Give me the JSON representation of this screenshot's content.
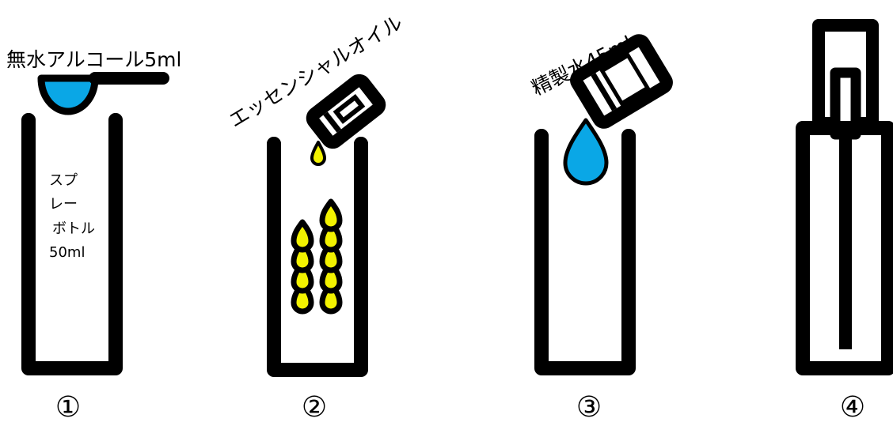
{
  "colors": {
    "stroke": "#000000",
    "water": "#0aa7e6",
    "oil": "#f2f200",
    "background": "#ffffff"
  },
  "steps": [
    {
      "number": "①",
      "label": "無水アルコール5ml",
      "bottle_label_lines": [
        "スプ",
        "レー",
        "ボトル",
        "50ml"
      ]
    },
    {
      "number": "②",
      "label": "エッセンシャルオイル",
      "oil_drop_columns": [
        4,
        5
      ]
    },
    {
      "number": "③",
      "label": "精製水45ml"
    },
    {
      "number": "④"
    }
  ]
}
